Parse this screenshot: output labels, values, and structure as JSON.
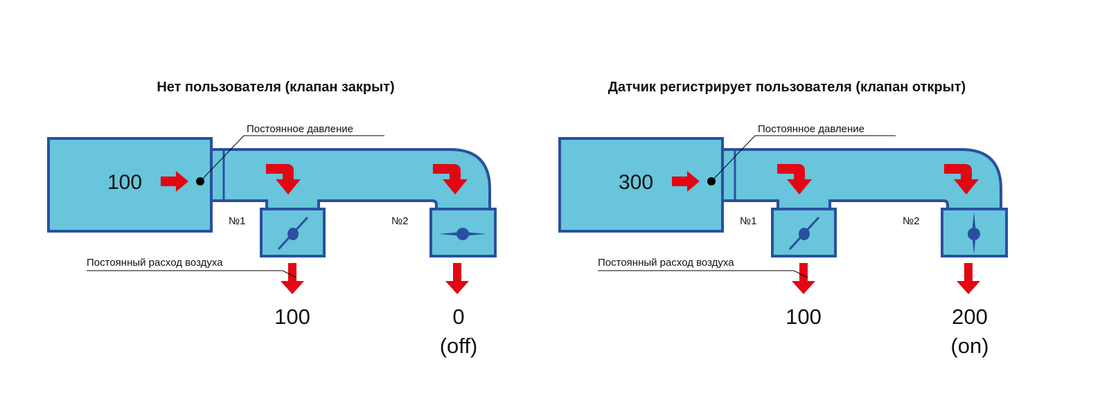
{
  "colors": {
    "duct": "#68c5db",
    "outline": "#2a4fa0",
    "arrow": "#e30613"
  },
  "diagrams": [
    {
      "title": "Нет пользователя (клапан закрыт)",
      "pressure_label": "Постоянное давление",
      "input_value": "100",
      "flow_label": "Постоянный расход воздуха",
      "valve1_label": "№1",
      "valve2_label": "№2",
      "output1": "100",
      "output2": "0",
      "output2_state": "(off)",
      "valve2_state": "closed"
    },
    {
      "title": "Датчик регистрирует пользователя (клапан открыт)",
      "pressure_label": "Постоянное давление",
      "input_value": "300",
      "flow_label": "Постоянный расход воздуха",
      "valve1_label": "№1",
      "valve2_label": "№2",
      "output1": "100",
      "output2": "200",
      "output2_state": "(on)",
      "valve2_state": "open"
    }
  ]
}
